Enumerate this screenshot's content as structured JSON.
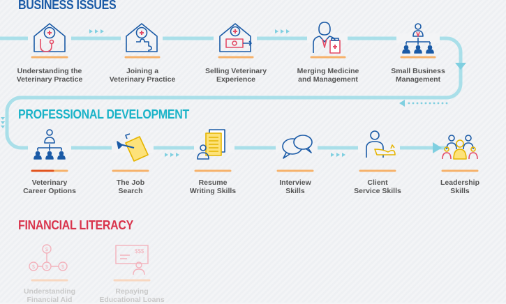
{
  "sections": {
    "business": {
      "title": "BUSINESS ISSUES",
      "color": "#1a5aa6",
      "items": [
        {
          "line1": "Understanding the",
          "line2": "Veterinary Practice",
          "icon": "hospital-stethoscope-icon"
        },
        {
          "line1": "Joining a",
          "line2": "Veterinary Practice",
          "icon": "hospital-puzzle-icon"
        },
        {
          "line1": "Selling Veterinary",
          "line2": "Experience",
          "icon": "hospital-money-icon"
        },
        {
          "line1": "Merging Medicine",
          "line2": "and Management",
          "icon": "doctor-medicine-icon"
        },
        {
          "line1": "Small Business",
          "line2": "Management",
          "icon": "org-chart-icon"
        }
      ]
    },
    "professional": {
      "title": "PROFESSIONAL DEVELOPMENT",
      "color": "#1ab3c8",
      "items": [
        {
          "line1": "Veterinary",
          "line2": "Career Options",
          "icon": "career-tree-icon"
        },
        {
          "line1": "The Job",
          "line2": "Search",
          "icon": "pen-paper-icon"
        },
        {
          "line1": "Resume",
          "line2": "Writing Skills",
          "icon": "resume-icon"
        },
        {
          "line1": "Interview",
          "line2": "Skills",
          "icon": "speech-bubbles-icon"
        },
        {
          "line1": "Client",
          "line2": "Service Skills",
          "icon": "client-cat-icon"
        },
        {
          "line1": "Leadership",
          "line2": "Skills",
          "icon": "team-leader-icon"
        }
      ]
    },
    "financial": {
      "title": "FINANCIAL LITERACY",
      "color": "#d9344c",
      "items": [
        {
          "line1": "Understanding",
          "line2": "Financial Aid",
          "icon": "dollar-network-icon"
        },
        {
          "line1": "Repaying",
          "line2": "Educational Loans",
          "icon": "check-loan-icon"
        }
      ]
    }
  },
  "check_amount": "$$$"
}
